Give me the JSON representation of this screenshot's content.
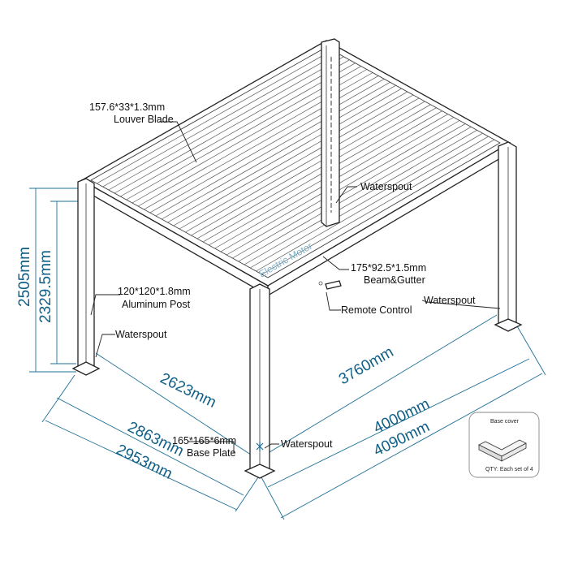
{
  "labels": {
    "louver_blade": {
      "size": "157.6*33*1.3mm",
      "name": "Louver Blade"
    },
    "waterspout_top": "Waterspout",
    "electric_motor": "Electric Motor",
    "beam_gutter": {
      "size": "175*92.5*1.5mm",
      "name": "Beam&Gutter"
    },
    "aluminum_post": {
      "size": "120*120*1.8mm",
      "name": "Aluminum Post"
    },
    "remote_control": "Remote Control",
    "waterspout_right": "Waterspout",
    "waterspout_left": "Waterspout",
    "base_plate": {
      "size": "165*165*6mm",
      "name": "Base Plate"
    },
    "waterspout_front": "Waterspout"
  },
  "dimensions": {
    "height_total": "2505mm",
    "height_clear": "2329.5mm",
    "depth_inner": "2623mm",
    "depth_mid": "2863mm",
    "depth_outer": "2953mm",
    "width_inner": "3760mm",
    "width_mid": "4000mm",
    "width_outer": "4090mm"
  },
  "inset": {
    "title": "Base cover",
    "qty": "QTY:  Each set of 4"
  },
  "colors": {
    "structure": "#222222",
    "dimension": "#1e6f96",
    "watermark": "#7fb0c8"
  }
}
